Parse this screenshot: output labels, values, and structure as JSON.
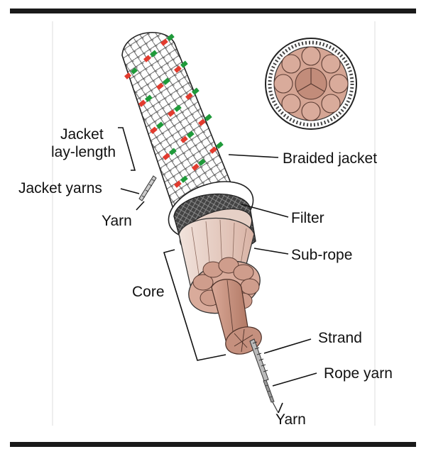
{
  "labels": {
    "jacket": "Jacket",
    "lay_length": "lay-length",
    "braided_jacket": "Braided jacket",
    "jacket_yarns": "Jacket yarns",
    "yarn_top": "Yarn",
    "filter": "Filter",
    "sub_rope": "Sub-rope",
    "core": "Core",
    "strand": "Strand",
    "rope_yarn": "Rope yarn",
    "yarn_bottom": "Yarn"
  },
  "colors": {
    "frame": "#1a1a1a",
    "jacket_red": "#e23b2e",
    "jacket_green": "#1f9a3a",
    "core_light": "#e8cfc4",
    "core_mid": "#cfa091",
    "core_dark": "#b9826f",
    "filter_gray": "#3a3a3a"
  }
}
